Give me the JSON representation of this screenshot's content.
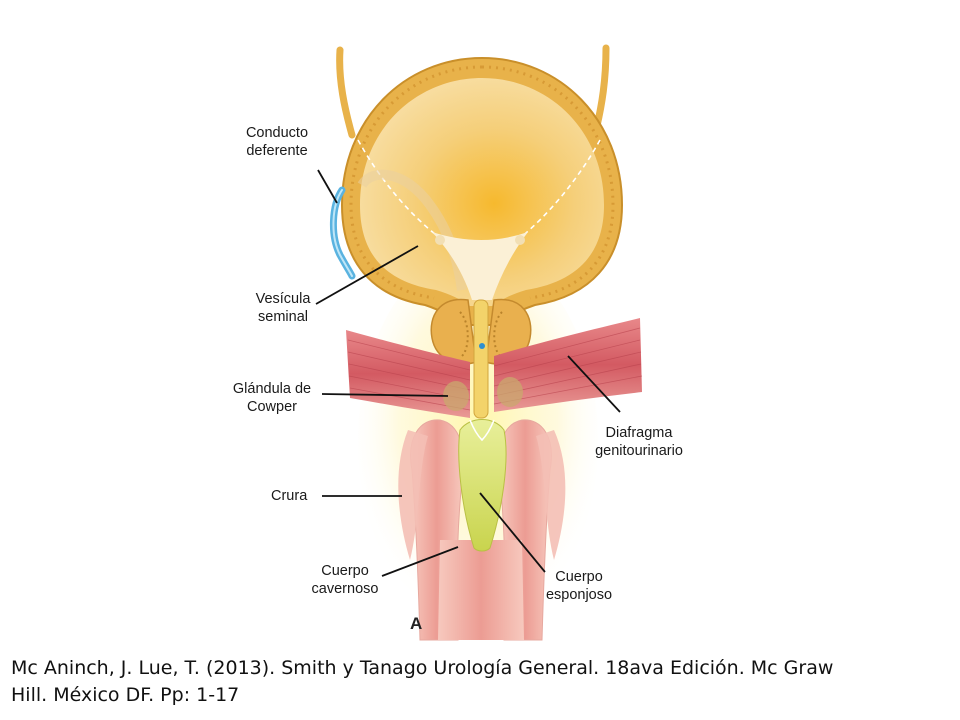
{
  "labels": {
    "conducto_deferente": [
      "Conducto",
      "deferente"
    ],
    "vesicula_seminal": [
      "Vesícula",
      "seminal"
    ],
    "glandula_cowper": [
      "Glándula de",
      "Cowper"
    ],
    "crura": "Crura",
    "cuerpo_cavernoso": [
      "Cuerpo",
      "cavernoso"
    ],
    "cuerpo_esponjoso": [
      "Cuerpo",
      "esponjoso"
    ],
    "diafragma_genitourinario": [
      "Diafragma",
      "genitourinario"
    ]
  },
  "panel_letter": "A",
  "citation": {
    "line1": "Mc Aninch, J. Lue, T. (2013). Smith y Tanago Urología General. 18ava Edición. Mc Graw",
    "line2": "Hill. México DF. Pp: 1-17"
  },
  "colors": {
    "bladder_wall": "#E8B24A",
    "bladder_lumen": "#F7D27A",
    "diaphragm_muscle": "#D9656A",
    "crura": "#EFA8A0",
    "spongiosum": "#D6E06A",
    "vas_deferens": "#6EC1E4"
  }
}
